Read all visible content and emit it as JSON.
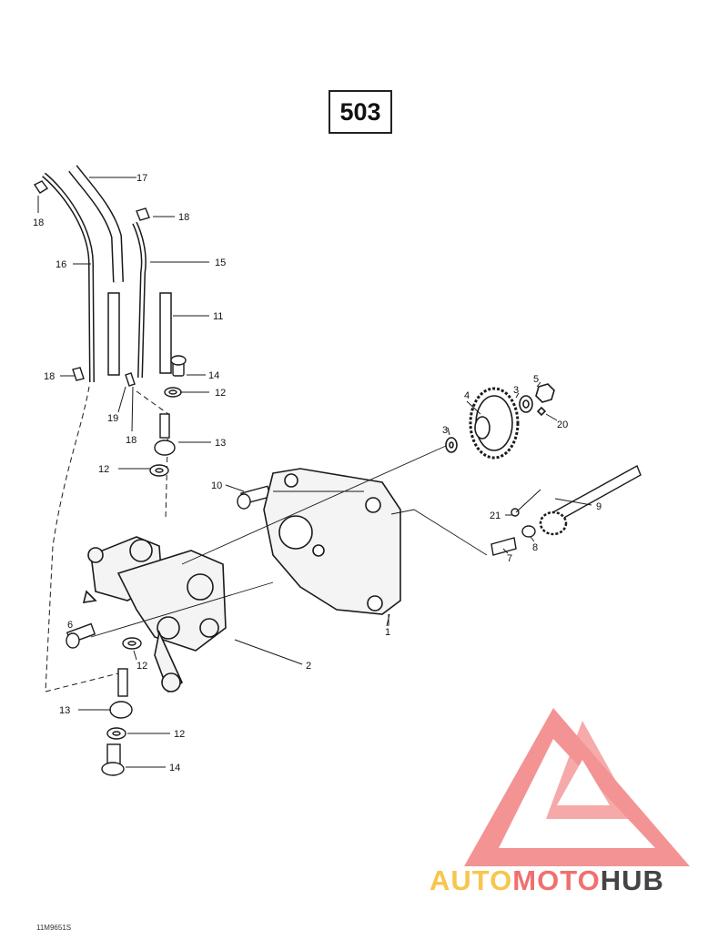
{
  "page_number": "503",
  "diagram_code": "11M9651S",
  "callouts": [
    {
      "id": "c1",
      "label": "1"
    },
    {
      "id": "c2",
      "label": "2"
    },
    {
      "id": "c3a",
      "label": "3"
    },
    {
      "id": "c3b",
      "label": "3"
    },
    {
      "id": "c4",
      "label": "4"
    },
    {
      "id": "c5",
      "label": "5"
    },
    {
      "id": "c6",
      "label": "6"
    },
    {
      "id": "c7",
      "label": "7"
    },
    {
      "id": "c8",
      "label": "8"
    },
    {
      "id": "c9",
      "label": "9"
    },
    {
      "id": "c10",
      "label": "10"
    },
    {
      "id": "c11",
      "label": "11"
    },
    {
      "id": "c12a",
      "label": "12"
    },
    {
      "id": "c12b",
      "label": "12"
    },
    {
      "id": "c12c",
      "label": "12"
    },
    {
      "id": "c12d",
      "label": "12"
    },
    {
      "id": "c13a",
      "label": "13"
    },
    {
      "id": "c13b",
      "label": "13"
    },
    {
      "id": "c14a",
      "label": "14"
    },
    {
      "id": "c14b",
      "label": "14"
    },
    {
      "id": "c15",
      "label": "15"
    },
    {
      "id": "c16",
      "label": "16"
    },
    {
      "id": "c17",
      "label": "17"
    },
    {
      "id": "c18a",
      "label": "18"
    },
    {
      "id": "c18b",
      "label": "18"
    },
    {
      "id": "c18c",
      "label": "18"
    },
    {
      "id": "c18d",
      "label": "18"
    },
    {
      "id": "c19",
      "label": "19"
    },
    {
      "id": "c20",
      "label": "20"
    },
    {
      "id": "c21",
      "label": "21"
    }
  ],
  "watermark": {
    "word_part1": "AUTO",
    "word_part2": "MOTO",
    "word_part3": "HUB",
    "color_light": "#f6c64e",
    "color_red": "#f07070",
    "color_dark": "#444444"
  },
  "colors": {
    "line": "#1a1a1a",
    "part_fill": "#f4f4f4"
  }
}
